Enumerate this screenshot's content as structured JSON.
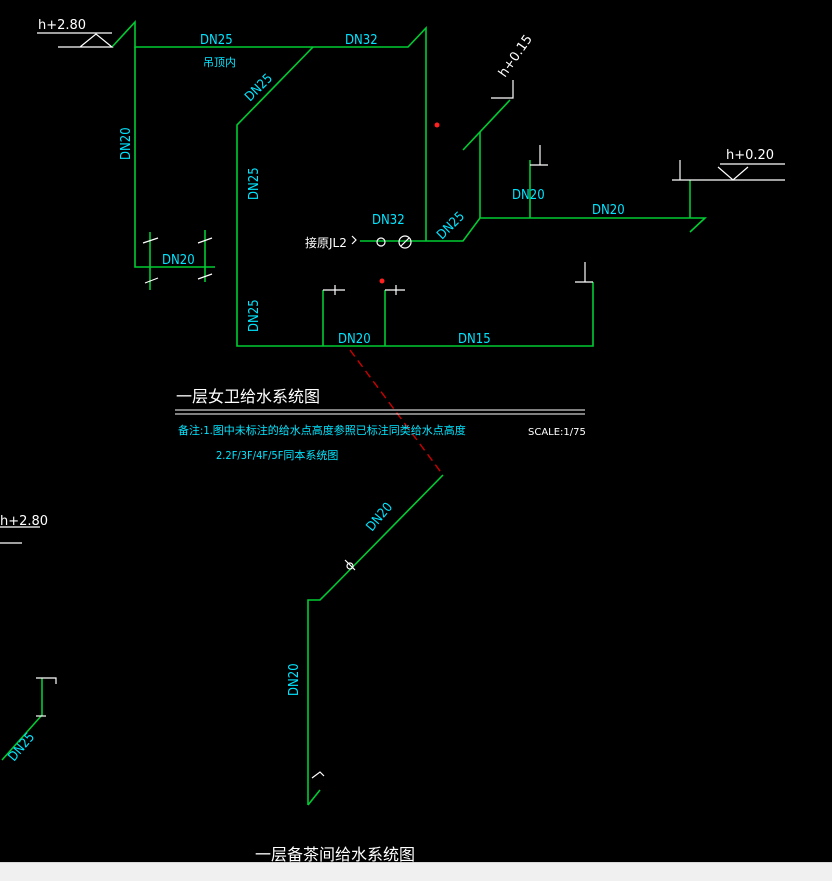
{
  "drawing1": {
    "title": "一层女卫给水系统图",
    "notes_line1": "备注:1.图中未标注的给水点高度参照已标注同类给水点高度",
    "notes_line2": "2.2F/3F/4F/5F同本系统图",
    "scale": "SCALE:1/75",
    "elev_left": "h+2.80",
    "elev_mid": "h+0.15",
    "elev_right": "h+0.20",
    "riser_label": "接原JL2",
    "pipe_labels": {
      "top_dn25": "DN25",
      "top_sub": "吊顶内",
      "top_dn32": "DN32",
      "diag_dn25": "DN25",
      "left_vert_dn20": "DN20",
      "left_bottom_dn20": "DN20",
      "mid_vert_dn25_a": "DN25",
      "mid_vert_dn25_b": "DN25",
      "riser_dn32": "DN32",
      "riser_diag_dn25": "DN25",
      "right_dn20_a": "DN20",
      "right_dn20_b": "DN20",
      "bottom_dn20": "DN20",
      "bottom_dn15": "DN15"
    }
  },
  "drawing2": {
    "title": "一层备茶间给水系统图",
    "diag_dn20": "DN20",
    "vert_dn20": "DN20",
    "left_elev": "h+2.80",
    "left_dn25": "DN25"
  },
  "colors": {
    "pipe": "#00cc33",
    "text": "#00e5ff",
    "dashed_link": "#cc0000",
    "marker": "#ff2020",
    "frame": "#ffffff"
  }
}
